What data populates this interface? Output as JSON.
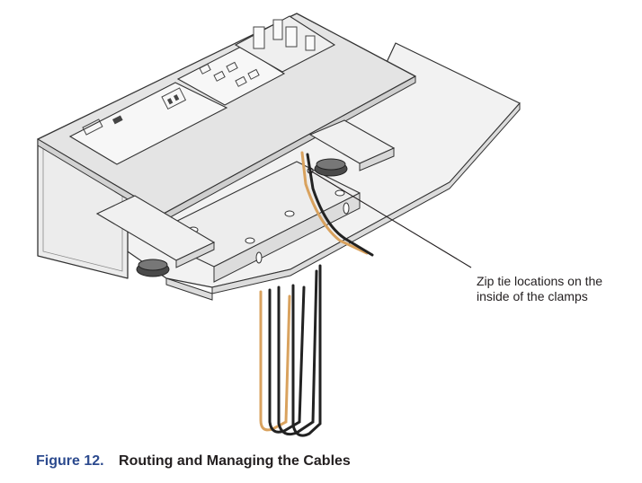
{
  "callout": {
    "line1": "Zip tie locations on the",
    "line2": "inside of the clamps"
  },
  "caption": {
    "number": "Figure 12.",
    "title": "Routing and Managing the Cables"
  },
  "colors": {
    "figure_number": "#2c4a8e",
    "text": "#231f20",
    "tan_cable": "#d9a25e",
    "black_cable": "#222222",
    "line": "#333333"
  }
}
